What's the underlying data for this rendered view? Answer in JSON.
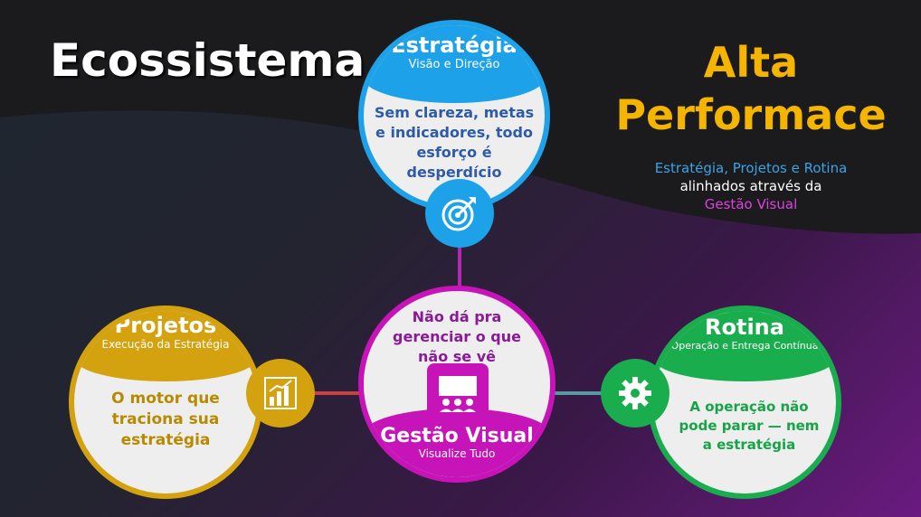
{
  "header": {
    "left_title": "Ecossistema",
    "right_title_line1": "Alta",
    "right_title_line2": "Performace",
    "subtitle_line1": "Estratégia, Projetos e Rotina",
    "subtitle_line2": "alinhados através da",
    "subtitle_line3": "Gestão Visual"
  },
  "nodes": {
    "estrategia": {
      "title": "Estratégia",
      "subtitle": "Visão e Direção",
      "body_line1": "Sem clareza, metas",
      "body_line2": "e indicadores, todo",
      "body_line3": "esforço é",
      "body_line4": "desperdício",
      "icon": "target-icon",
      "color": "#1da1e8"
    },
    "projetos": {
      "title": "Projetos",
      "subtitle": "Execução da Estratégia",
      "body_line1": "O motor que",
      "body_line2": "traciona sua",
      "body_line3": "estratégia",
      "icon": "bar-chart-icon",
      "color": "#d4a10f"
    },
    "gestao": {
      "title": "Gestão Visual",
      "subtitle": "Visualize Tudo",
      "body_line1": "Não dá pra",
      "body_line2": "gerenciar o que",
      "body_line3": "não se vê",
      "icon": "presentation-board-icon",
      "color": "#c714b8"
    },
    "rotina": {
      "title": "Rotina",
      "subtitle": "Operação e Entrega Contínua",
      "body_line1": "A operação não",
      "body_line2": "pode parar — nem",
      "body_line3": "a estratégia",
      "icon": "gear-icon",
      "color": "#19ad4d"
    }
  },
  "colors": {
    "title_accent": "#f5b400",
    "subtitle_blue": "#3aa3e6",
    "subtitle_white": "#ffffff",
    "subtitle_magenta": "#e040e0"
  }
}
